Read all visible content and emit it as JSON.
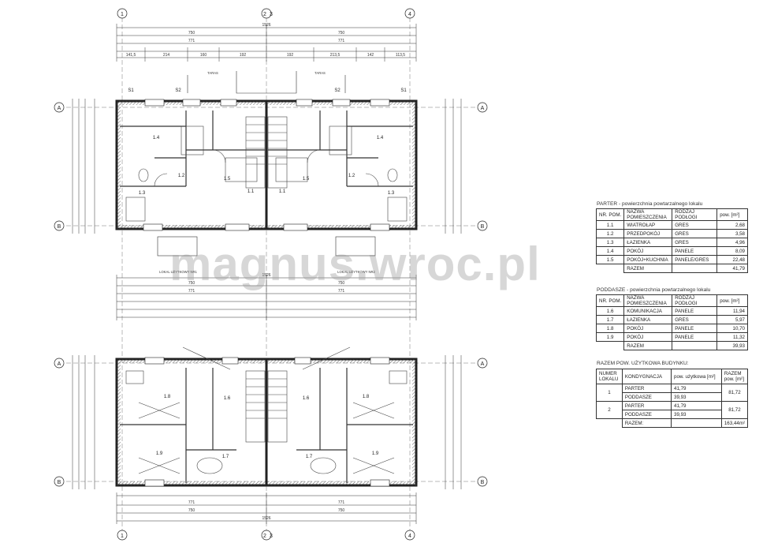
{
  "watermark": "magnus.wroc.pl",
  "axes": {
    "columns": [
      "1",
      "2",
      "3",
      "4"
    ],
    "rows": [
      "A",
      "B"
    ]
  },
  "dimensions": {
    "overall": "1526",
    "halves": [
      "750",
      "750"
    ],
    "inner": [
      "771",
      "771"
    ],
    "top_segments": [
      "141,5",
      "214",
      "160",
      "192",
      "192",
      "213,5",
      "142",
      "113,5"
    ]
  },
  "plan_labels": {
    "parter_sections": [
      "S1",
      "S2",
      "S2",
      "S1"
    ],
    "rooms_parter": [
      "1.1",
      "1.2",
      "1.3",
      "1.4",
      "1.5"
    ],
    "rooms_poddasze": [
      "1.6",
      "1.7",
      "1.8",
      "1.9"
    ],
    "lokal_1": "LOKAL UŻYTKOWY NR1",
    "lokal_2": "LOKAL UŻYTKOWY NR2",
    "taras_1": "TARAS",
    "taras_2": "TARAS"
  },
  "parter": {
    "title": "PARTER - powierzchnia powtarzalnego lokalu",
    "headers": [
      "NR. POM.",
      "NAZWA POMIESZCZENIA",
      "RODZAJ PODŁOGI",
      "pow. [m²]"
    ],
    "rows": [
      {
        "nr": "1.1",
        "name": "WIATROŁAP",
        "floor": "GRES",
        "area": "2,68"
      },
      {
        "nr": "1.2",
        "name": "PRZEDPOKÓJ",
        "floor": "GRES",
        "area": "3,58"
      },
      {
        "nr": "1.3",
        "name": "ŁAZIENKA",
        "floor": "GRES",
        "area": "4,96"
      },
      {
        "nr": "1.4",
        "name": "POKÓJ",
        "floor": "PANELE",
        "area": "8,09"
      },
      {
        "nr": "1.5",
        "name": "POKÓJ+KUCHNIA",
        "floor": "PANELE/GRES",
        "area": "22,48"
      }
    ],
    "total_label": "RAZEM",
    "total": "41,79"
  },
  "poddasze": {
    "title": "PODDASZE - powierzchnia powtarzalnego lokalu",
    "headers": [
      "NR. POM.",
      "NAZWA POMIESZCZENIA",
      "RODZAJ PODŁOGI",
      "pow. [m²]"
    ],
    "rows": [
      {
        "nr": "1.6",
        "name": "KOMUNIKACJA",
        "floor": "PANELE",
        "area": "11,94"
      },
      {
        "nr": "1.7",
        "name": "ŁAZIENKA",
        "floor": "GRES",
        "area": "5,97"
      },
      {
        "nr": "1.8",
        "name": "POKÓJ",
        "floor": "PANELE",
        "area": "10,70"
      },
      {
        "nr": "1.9",
        "name": "POKÓJ",
        "floor": "PANELE",
        "area": "11,32"
      }
    ],
    "total_label": "RAZEM",
    "total": "39,93"
  },
  "summary": {
    "title": "RAZEM POW. UŻYTKOWA BUDYNKU:",
    "headers": [
      "NUMER LOKALU",
      "KONDYGNACJA",
      "pow. użytkowa [m²]",
      "RAZEM pow. [m²]"
    ],
    "groups": [
      {
        "nr": "1",
        "levels": [
          "PARTER",
          "PODDASZE"
        ],
        "areas": [
          "41,79",
          "39,93"
        ],
        "total": "81,72"
      },
      {
        "nr": "2",
        "levels": [
          "PARTER",
          "PODDASZE"
        ],
        "areas": [
          "41,79",
          "39,93"
        ],
        "total": "81,72"
      }
    ],
    "total_label": "RAZEM:",
    "total": "163,44m²"
  }
}
